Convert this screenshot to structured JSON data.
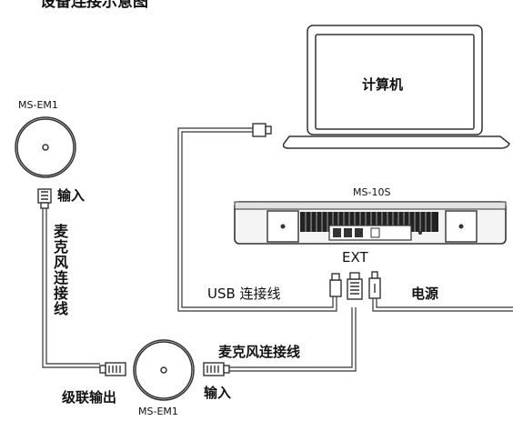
{
  "title": "设备连接示意图",
  "labels": {
    "mic_top_name": "MS-EM1",
    "mic_top_input": "输入",
    "mic_cable_vertical": "麦克风连接线",
    "cascade_output": "级联输出",
    "mic_bottom_name": "MS-EM1",
    "mic_bottom_input": "输入",
    "mic_cable_horizontal": "麦克风连接线",
    "usb_cable": "USB  连接线",
    "ext_port": "EXT",
    "power": "电源",
    "device_name": "MS-10S",
    "computer": "计算机"
  },
  "colors": {
    "line": "#333333",
    "device_fill": "#f4f4f4",
    "grille": "#222222"
  }
}
